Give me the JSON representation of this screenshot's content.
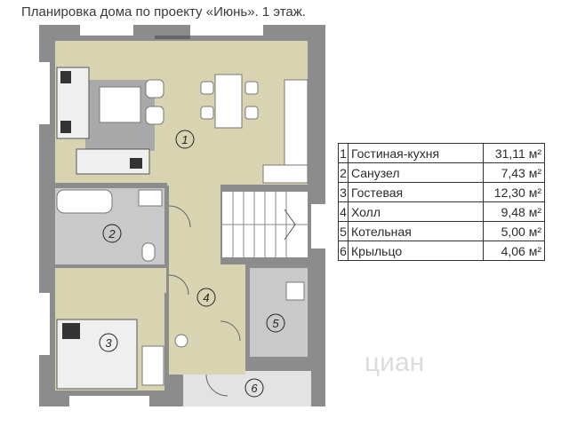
{
  "title": "Планировка дома по проекту «Июнь». 1 этаж.",
  "rooms": [
    {
      "num": "1",
      "name": "Гостиная-кухня",
      "area": "31,11 м²"
    },
    {
      "num": "2",
      "name": "Санузел",
      "area": "7,43 м²"
    },
    {
      "num": "3",
      "name": "Гостевая",
      "area": "12,30 м²"
    },
    {
      "num": "4",
      "name": "Холл",
      "area": "9,48 м²"
    },
    {
      "num": "5",
      "name": "Котельная",
      "area": "5,00 м²"
    },
    {
      "num": "6",
      "name": "Крыльцо",
      "area": "4,06 м²"
    }
  ],
  "plan_labels": [
    "1",
    "2",
    "3",
    "4",
    "5",
    "6"
  ],
  "watermark": "циан",
  "colors": {
    "wall": "#8c8c8c",
    "living_floor": "#d8d3b0",
    "tile_floor": "#c9c9c9",
    "rug": "#a9a9a9",
    "porch": "#e3e3e3"
  }
}
